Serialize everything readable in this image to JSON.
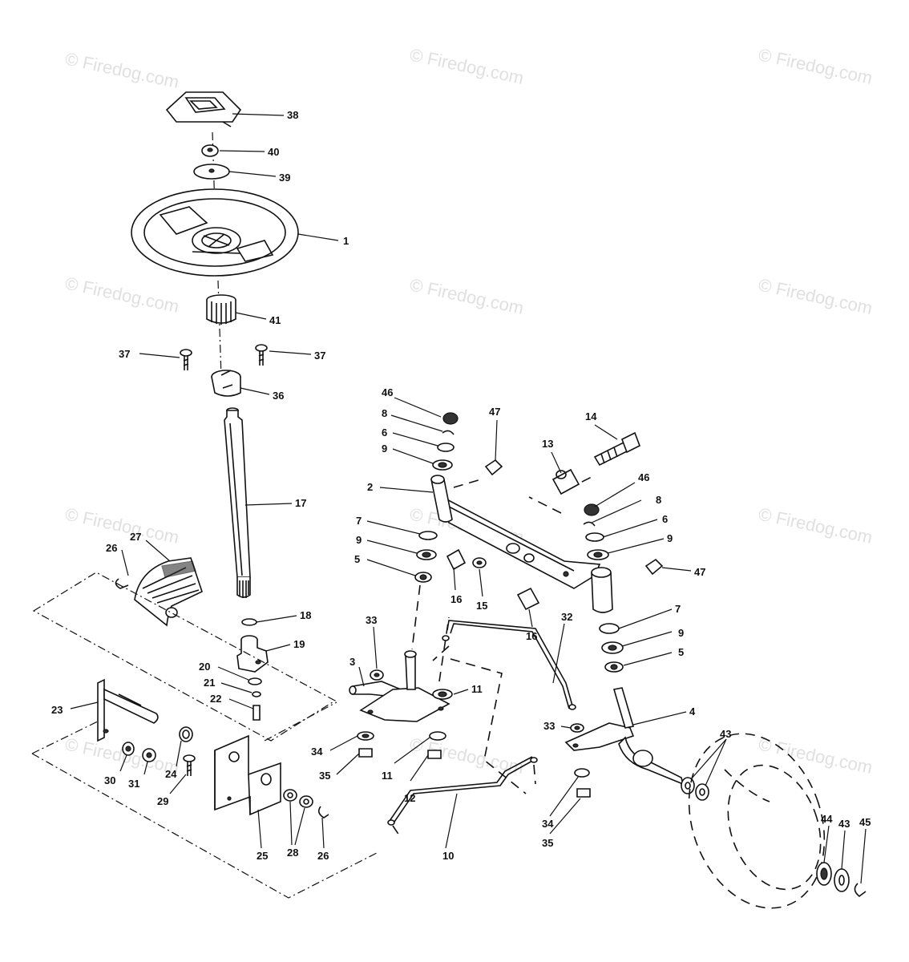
{
  "watermark": {
    "text": "© Firedog.com"
  },
  "diagram": {
    "callouts": [
      "1",
      "2",
      "3",
      "4",
      "5",
      "6",
      "7",
      "8",
      "9",
      "10",
      "11",
      "12",
      "13",
      "14",
      "15",
      "16",
      "17",
      "18",
      "19",
      "20",
      "21",
      "22",
      "23",
      "24",
      "25",
      "26",
      "27",
      "28",
      "29",
      "30",
      "31",
      "32",
      "33",
      "34",
      "35",
      "36",
      "37",
      "38",
      "39",
      "40",
      "41",
      "43",
      "44",
      "45",
      "46",
      "47"
    ]
  }
}
